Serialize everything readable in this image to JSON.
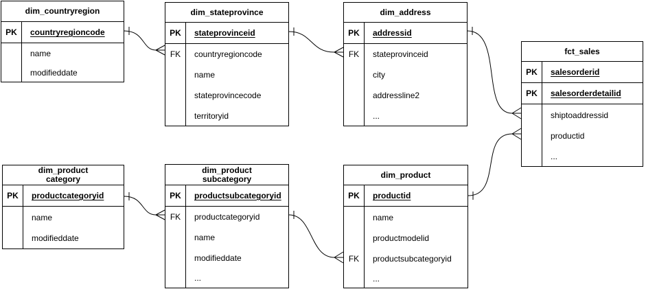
{
  "diagram": {
    "type": "entity-relationship",
    "notation": "crow's foot",
    "colors": {
      "background": "#ffffff",
      "line": "#000000",
      "text": "#000000"
    }
  },
  "tables": [
    {
      "title_lines": [
        "dim_countryregion"
      ],
      "key_rows": [
        {
          "key": "PK",
          "field": "countryregioncode"
        }
      ],
      "attr_rows": [
        {
          "key": "",
          "field": "name"
        },
        {
          "key": "",
          "field": "modifieddate"
        }
      ]
    },
    {
      "title_lines": [
        "dim_stateprovince"
      ],
      "key_rows": [
        {
          "key": "PK",
          "field": "stateprovinceid"
        }
      ],
      "attr_rows": [
        {
          "key": "FK",
          "field": "countryregioncode"
        },
        {
          "key": "",
          "field": "name"
        },
        {
          "key": "",
          "field": "stateprovincecode"
        },
        {
          "key": "",
          "field": "territoryid"
        }
      ]
    },
    {
      "title_lines": [
        "dim_address"
      ],
      "key_rows": [
        {
          "key": "PK",
          "field": "addressid"
        }
      ],
      "attr_rows": [
        {
          "key": "FK",
          "field": "stateprovinceid"
        },
        {
          "key": "",
          "field": "city"
        },
        {
          "key": "",
          "field": "addressline2"
        },
        {
          "key": "",
          "field": "..."
        }
      ]
    },
    {
      "title_lines": [
        "fct_sales"
      ],
      "key_rows": [
        {
          "key": "PK",
          "field": "salesorderid"
        },
        {
          "key": "PK",
          "field": "salesorderdetailid"
        }
      ],
      "attr_rows": [
        {
          "key": "",
          "field": "shiptoaddressid"
        },
        {
          "key": "",
          "field": "productid"
        },
        {
          "key": "",
          "field": "..."
        }
      ]
    },
    {
      "title_lines": [
        "dim_product",
        "category"
      ],
      "key_rows": [
        {
          "key": "PK",
          "field": "productcategoryid"
        }
      ],
      "attr_rows": [
        {
          "key": "",
          "field": "name"
        },
        {
          "key": "",
          "field": "modifieddate"
        }
      ]
    },
    {
      "title_lines": [
        "dim_product",
        "subcategory"
      ],
      "key_rows": [
        {
          "key": "PK",
          "field": "productsubcategoryid"
        }
      ],
      "attr_rows": [
        {
          "key": "FK",
          "field": "productcategoryid"
        },
        {
          "key": "",
          "field": "name"
        },
        {
          "key": "",
          "field": "modifieddate"
        },
        {
          "key": "",
          "field": "..."
        }
      ]
    },
    {
      "title_lines": [
        "dim_product"
      ],
      "key_rows": [
        {
          "key": "PK",
          "field": "productid"
        }
      ],
      "attr_rows": [
        {
          "key": "",
          "field": "name"
        },
        {
          "key": "",
          "field": "productmodelid"
        },
        {
          "key": "FK",
          "field": "productsubcategoryid"
        },
        {
          "key": "",
          "field": "..."
        }
      ]
    }
  ],
  "relationships": [
    {
      "from": "dim_countryregion.countryregioncode",
      "to": "dim_stateprovince.countryregioncode",
      "cardinality": "one-to-many"
    },
    {
      "from": "dim_stateprovince.stateprovinceid",
      "to": "dim_address.stateprovinceid",
      "cardinality": "one-to-many"
    },
    {
      "from": "dim_address.addressid",
      "to": "fct_sales.shiptoaddressid",
      "cardinality": "one-to-many"
    },
    {
      "from": "dim_product.productid",
      "to": "fct_sales.productid",
      "cardinality": "one-to-many"
    },
    {
      "from": "dim_product category.productcategoryid",
      "to": "dim_product subcategory.productcategoryid",
      "cardinality": "one-to-many"
    },
    {
      "from": "dim_product subcategory.productsubcategoryid",
      "to": "dim_product.productsubcategoryid",
      "cardinality": "one-to-many"
    }
  ]
}
